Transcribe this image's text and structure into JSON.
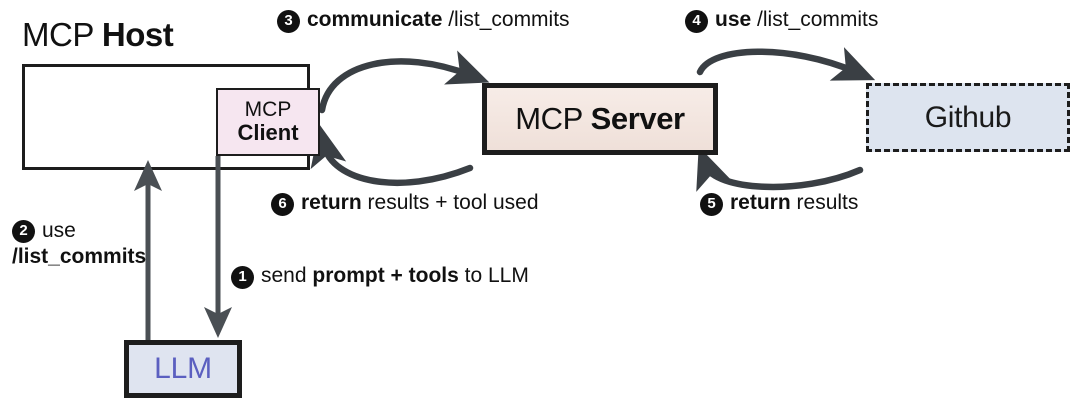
{
  "diagram": {
    "title": "MCP architecture flow",
    "colors": {
      "client_fill": "#f6e6f0",
      "server_fill": "#f2e4de",
      "github_fill": "#dde4ef",
      "llm_fill": "#dfe4f0",
      "llm_text": "#5b5fc0",
      "stroke": "#1d1d1d",
      "badge": "#111111"
    }
  },
  "nodes": {
    "host_title": {
      "regular": "MCP ",
      "bold": "Host"
    },
    "client": {
      "line1": "MCP",
      "line2": "Client"
    },
    "server": {
      "regular": "MCP ",
      "bold": "Server"
    },
    "github": {
      "label": "Github"
    },
    "llm": {
      "label": "LLM"
    }
  },
  "steps": [
    {
      "number": "1",
      "parts": [
        {
          "text": "send ",
          "bold": false
        },
        {
          "text": "prompt + tools",
          "bold": true
        },
        {
          "text": " to LLM",
          "bold": false
        }
      ],
      "full_text": "send prompt + tools to LLM"
    },
    {
      "number": "2",
      "line1": "use",
      "line2": "/list_commits",
      "full_text": "use /list_commits"
    },
    {
      "number": "3",
      "parts": [
        {
          "text": "communicate",
          "bold": true
        },
        {
          "text": " /list_commits",
          "bold": false
        }
      ],
      "full_text": "communicate /list_commits"
    },
    {
      "number": "4",
      "parts": [
        {
          "text": "use",
          "bold": true
        },
        {
          "text": " /list_commits",
          "bold": false
        }
      ],
      "full_text": "use /list_commits"
    },
    {
      "number": "5",
      "parts": [
        {
          "text": "return",
          "bold": true
        },
        {
          "text": " results",
          "bold": false
        }
      ],
      "full_text": "return results"
    },
    {
      "number": "6",
      "parts": [
        {
          "text": "return",
          "bold": true
        },
        {
          "text": " results + tool used",
          "bold": false
        }
      ],
      "full_text": "return results + tool used"
    }
  ]
}
